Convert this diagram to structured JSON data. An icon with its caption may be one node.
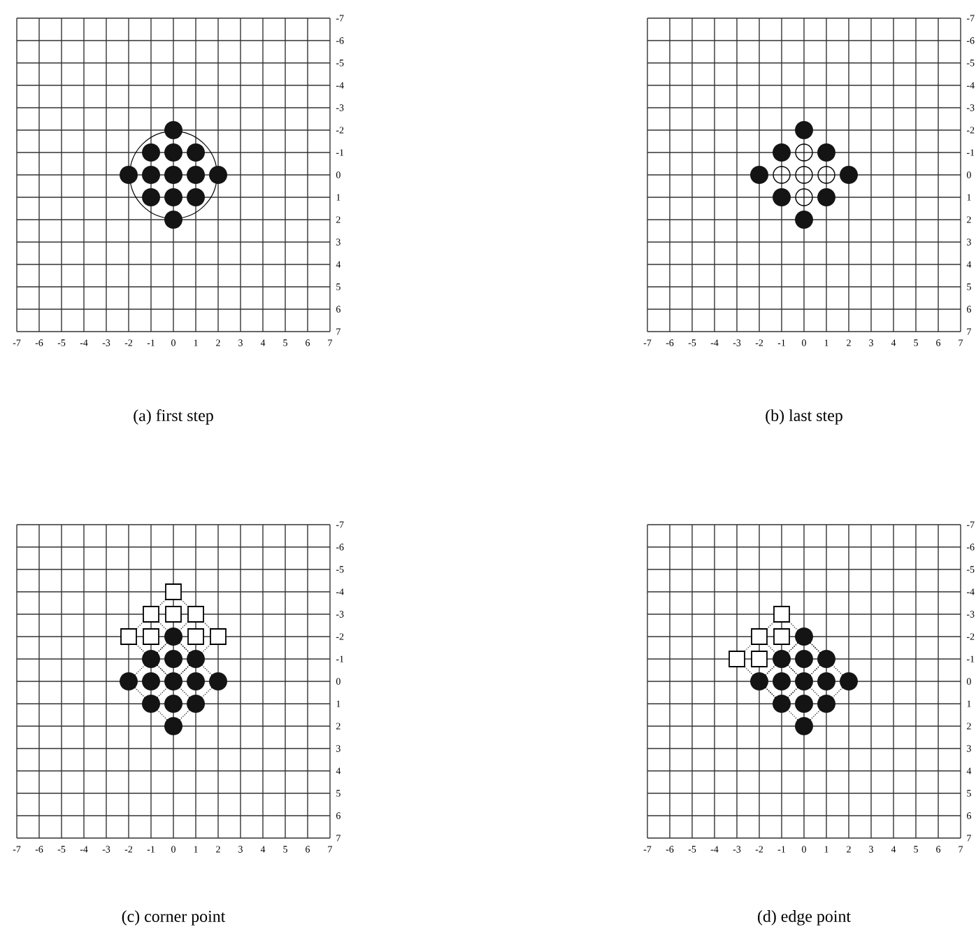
{
  "diagram": {
    "labels": [
      "-7",
      "-6",
      "-5",
      "-4",
      "-3",
      "-2",
      "-1",
      "0",
      "1",
      "2",
      "3",
      "4",
      "5",
      "6",
      "7",
      "-7",
      "-6",
      "-5",
      "-4",
      "-3",
      "-2",
      "-1",
      "0",
      "1",
      "2",
      "3",
      "4",
      "5",
      "6",
      "7",
      "(a) first step",
      "-7",
      "-6",
      "-5",
      "-4",
      "-3",
      "-2",
      "-1",
      "0",
      "1",
      "2",
      "3",
      "4",
      "5",
      "6",
      "7",
      "-7",
      "-6",
      "-5",
      "-4",
      "-3",
      "-2",
      "-1",
      "0",
      "1",
      "2",
      "3",
      "4",
      "5",
      "6",
      "7",
      "(b) last step",
      "-7",
      "-6",
      "-5",
      "-4",
      "-3",
      "-2",
      "-1",
      "0",
      "1",
      "2",
      "3",
      "4",
      "5",
      "6",
      "7",
      "-7",
      "-6",
      "-5",
      "-4",
      "-3",
      "-2",
      "-1",
      "0",
      "1",
      "2",
      "3",
      "4",
      "5",
      "6",
      "7",
      "(c) corner point",
      "-7",
      "-6",
      "-5",
      "-4",
      "-3",
      "-2",
      "-1",
      "0",
      "1",
      "2",
      "3",
      "4",
      "5",
      "6",
      "7",
      "-7",
      "-6",
      "-5",
      "-4",
      "-3",
      "-2",
      "-1",
      "0",
      "1",
      "2",
      "3",
      "4",
      "5",
      "6",
      "7",
      "(d) edge point"
    ]
  }
}
